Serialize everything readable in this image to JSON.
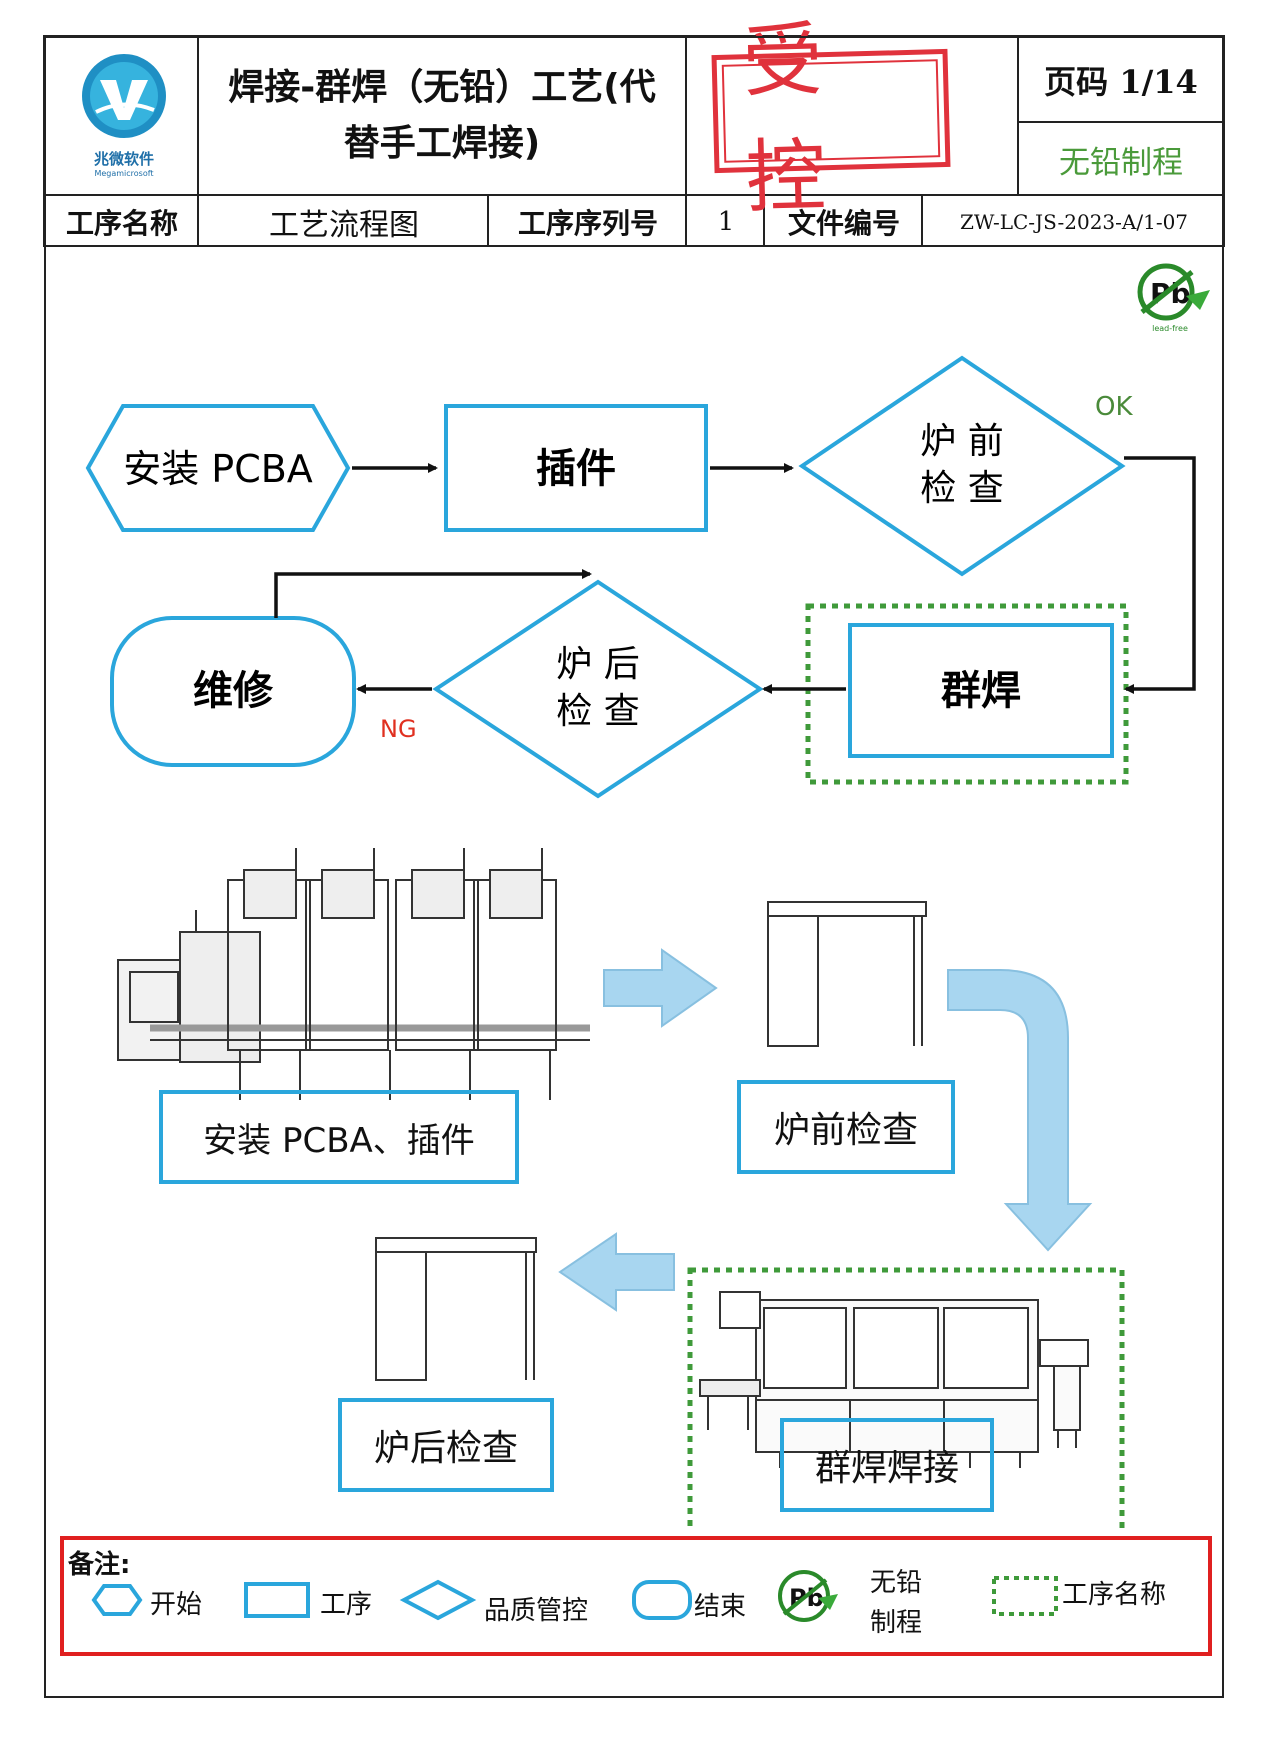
{
  "header": {
    "company_name": "兆微软件",
    "company_name_en": "Megamicrosoft",
    "doc_title": "焊接-群焊（无铅）工艺(代替手工焊接)",
    "doc_title_line1": "焊接-群焊（无铅）工艺(代",
    "doc_title_line2": "替手工焊接)",
    "stamp_text": "受控",
    "page_label": "页码 1/14",
    "leadfree_label": "无铅制程"
  },
  "info_row": {
    "process_name_label": "工序名称",
    "process_name_value": "工艺流程图",
    "sequence_label": "工序序列号",
    "sequence_value": "1",
    "doc_no_label": "文件编号",
    "doc_no_value": "ZW-LC-JS-2023-A/1-07"
  },
  "pb_badge": {
    "symbol": "Pb",
    "caption": "lead-free"
  },
  "flowchart": {
    "start": "安装 PCBA",
    "insert": "插件",
    "pre_check_l1": "炉 前",
    "pre_check_l2": "检 查",
    "ok_label": "OK",
    "wave": "群焊",
    "post_check_l1": "炉 后",
    "post_check_l2": "检 查",
    "ng_label": "NG",
    "repair": "维修"
  },
  "illustration": {
    "assembly_caption": "安装 PCBA、插件",
    "pre_inspect_caption": "炉前检查",
    "wave_caption": "群焊焊接",
    "post_inspect_caption": "炉后检查"
  },
  "legend": {
    "title": "备注:",
    "start": "开始",
    "process": "工序",
    "quality": "品质管控",
    "end": "结束",
    "leadfree_l1": "无铅",
    "leadfree_l2": "制程",
    "process_name": "工序名称"
  },
  "colors": {
    "flow_blue": "#2aa6dc",
    "green_dash": "#3f9a3a",
    "stamp_red": "#e0323c",
    "legend_border": "#e02020",
    "ng_red": "#e03020",
    "ok_green": "#4a8a3a",
    "arrow_light_blue": "#a8d6f0"
  }
}
